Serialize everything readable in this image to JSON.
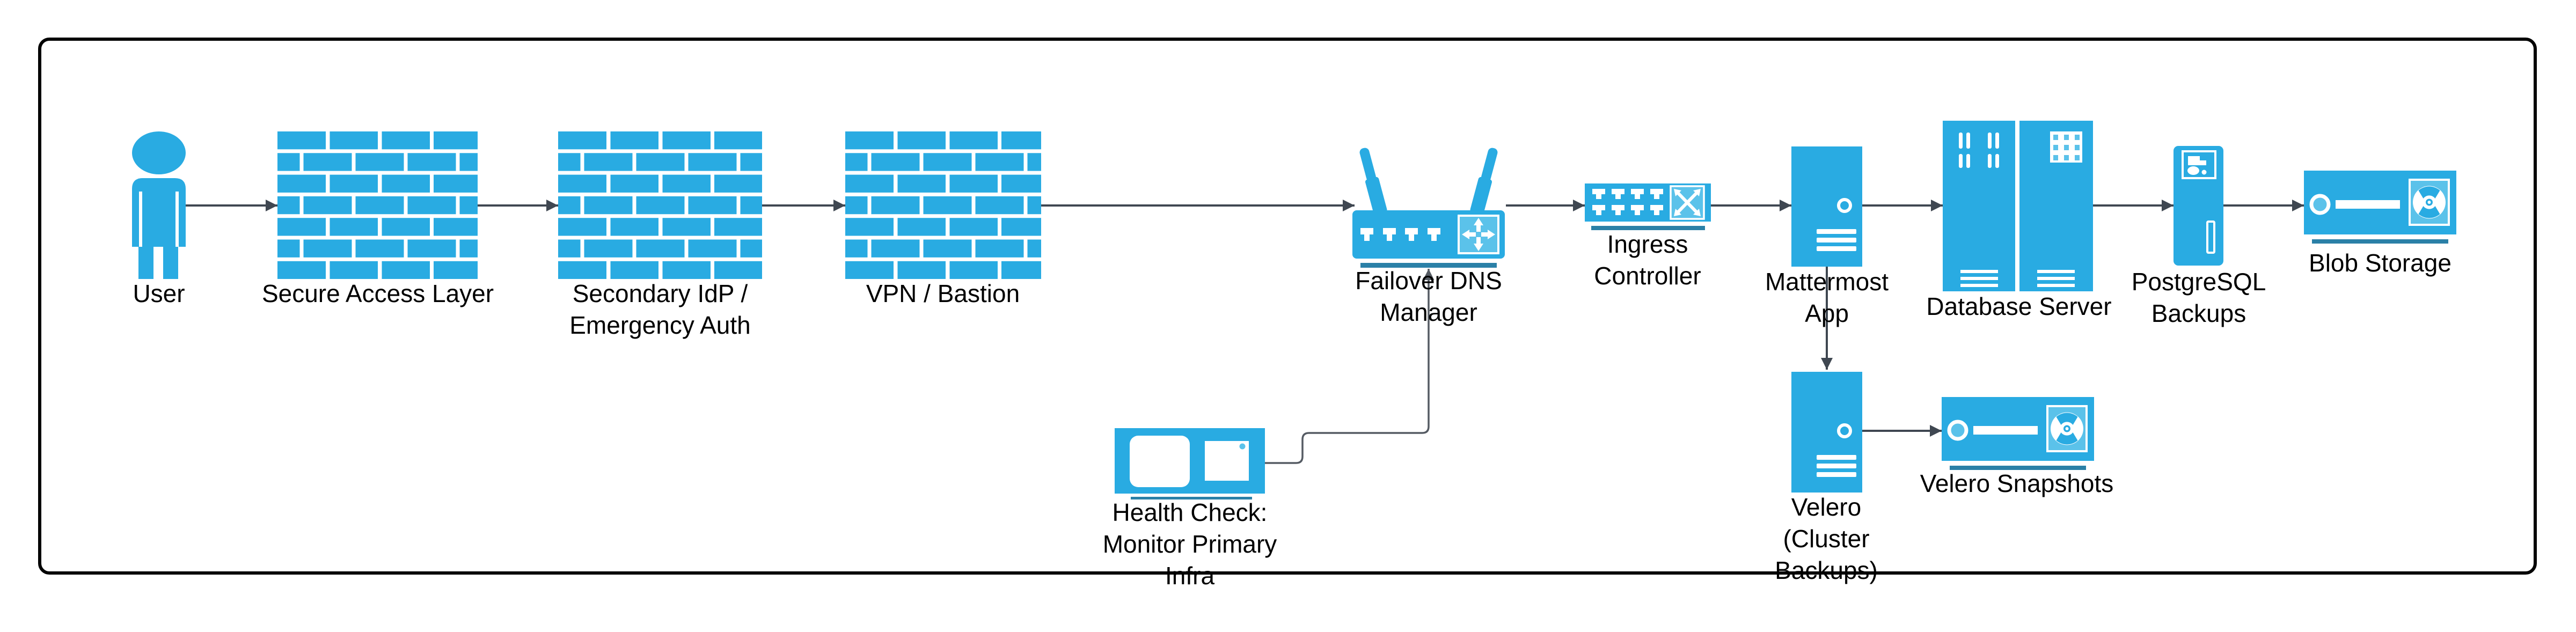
{
  "diagram": {
    "kind": "network-architecture-flow",
    "nodes": {
      "user": {
        "icon": "person-icon",
        "lines": [
          "User"
        ]
      },
      "secure_access_layer": {
        "icon": "firewall-icon",
        "lines": [
          "Secure Access Layer"
        ]
      },
      "secondary_idp": {
        "icon": "firewall-icon",
        "lines": [
          "Secondary IdP /",
          "Emergency Auth"
        ]
      },
      "vpn_bastion": {
        "icon": "firewall-icon",
        "lines": [
          "VPN / Bastion"
        ]
      },
      "failover_dns_manager": {
        "icon": "wireless-router-icon",
        "lines": [
          "Failover DNS",
          "Manager"
        ]
      },
      "ingress_controller": {
        "icon": "network-switch-icon",
        "lines": [
          "Ingress",
          "Controller"
        ]
      },
      "mattermost_app": {
        "icon": "server-tower-icon",
        "lines": [
          "Mattermost",
          "App"
        ]
      },
      "database_server": {
        "icon": "server-rack-icon",
        "lines": [
          "Database Server"
        ]
      },
      "postgresql_backups": {
        "icon": "backup-server-icon",
        "lines": [
          "PostgreSQL",
          "Backups"
        ]
      },
      "blob_storage": {
        "icon": "tape-storage-icon",
        "lines": [
          "Blob Storage"
        ]
      },
      "health_check": {
        "icon": "monitor-icon",
        "lines": [
          "Health Check:",
          "Monitor Primary",
          "Infra"
        ]
      },
      "velero": {
        "icon": "server-tower-icon",
        "lines": [
          "Velero",
          "(Cluster",
          "Backups)"
        ]
      },
      "velero_snapshots": {
        "icon": "tape-storage-icon",
        "lines": [
          "Velero Snapshots"
        ]
      }
    },
    "edges": [
      {
        "from": "user",
        "to": "secure_access_layer"
      },
      {
        "from": "secure_access_layer",
        "to": "secondary_idp"
      },
      {
        "from": "secondary_idp",
        "to": "vpn_bastion"
      },
      {
        "from": "vpn_bastion",
        "to": "failover_dns_manager"
      },
      {
        "from": "failover_dns_manager",
        "to": "ingress_controller"
      },
      {
        "from": "ingress_controller",
        "to": "mattermost_app"
      },
      {
        "from": "mattermost_app",
        "to": "database_server"
      },
      {
        "from": "database_server",
        "to": "postgresql_backups"
      },
      {
        "from": "postgresql_backups",
        "to": "blob_storage"
      },
      {
        "from": "mattermost_app",
        "to": "velero"
      },
      {
        "from": "velero",
        "to": "velero_snapshots"
      },
      {
        "from": "health_check",
        "to": "failover_dns_manager"
      }
    ],
    "colors": {
      "icon_blue": "#29ABE2",
      "icon_blue_light": "#5BC2EA",
      "underline_blue": "#2B80A7",
      "arrow": "#3F4751",
      "connector_gray": "#555B63",
      "border": "#000000",
      "text": "#000000",
      "background": "#FFFFFF"
    }
  }
}
